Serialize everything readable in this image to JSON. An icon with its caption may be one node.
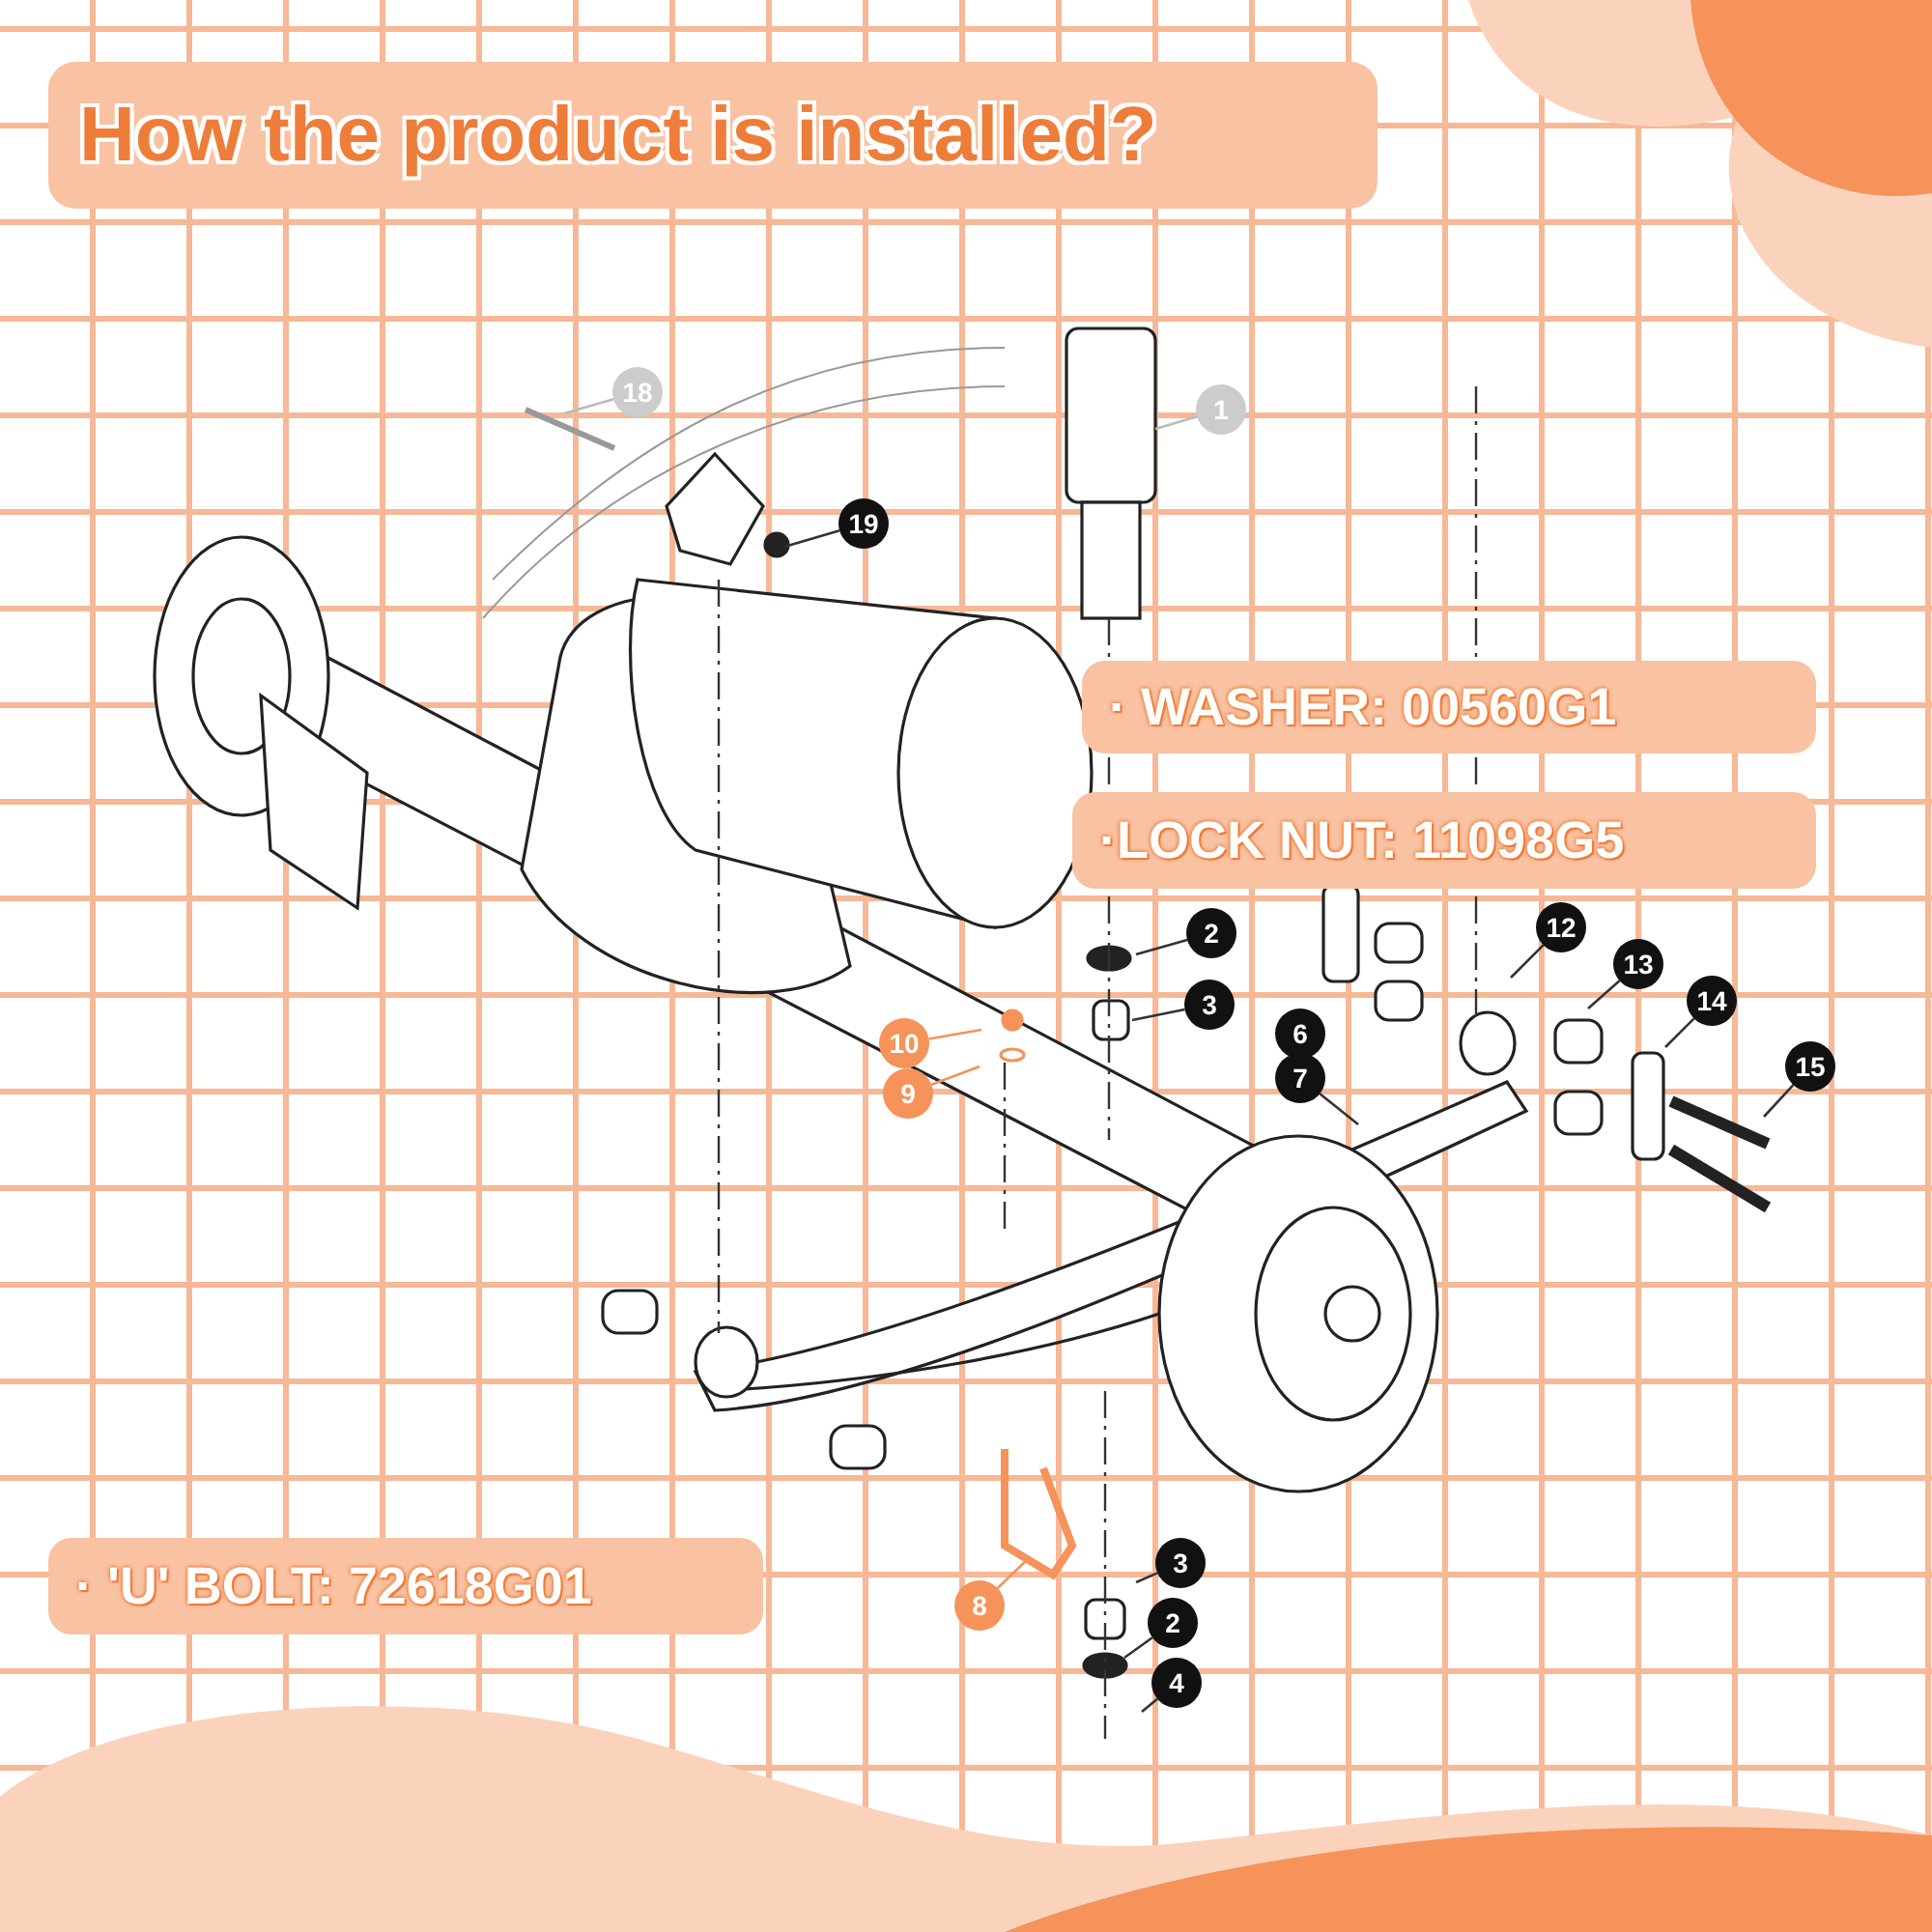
{
  "diagram": {
    "title": "How the product is installed?",
    "nodes": [
      {
        "text": [
          "18"
        ]
      },
      {
        "text": [
          "1"
        ]
      },
      {
        "text": [
          "19"
        ]
      },
      {
        "text": [
          "· WASHER: 00560G1"
        ]
      },
      {
        "text": [
          "·LOCK NUT: 11098G5"
        ]
      },
      {
        "text": [
          "2"
        ]
      },
      {
        "text": [
          "12"
        ]
      },
      {
        "text": [
          "13"
        ]
      },
      {
        "text": [
          "3"
        ]
      },
      {
        "text": [
          "14"
        ]
      },
      {
        "text": [
          "10"
        ]
      },
      {
        "text": [
          "6"
        ]
      },
      {
        "text": [
          "15"
        ]
      },
      {
        "text": [
          "9"
        ]
      },
      {
        "text": [
          "7"
        ]
      },
      {
        "text": [
          "· 'U' BOLT: 72618G01"
        ]
      },
      {
        "text": [
          "8"
        ]
      },
      {
        "text": [
          "3"
        ]
      },
      {
        "text": [
          "2"
        ]
      },
      {
        "text": [
          "4"
        ]
      }
    ],
    "edges": [
      {
        "from": 0,
        "to": null,
        "arrow": "none",
        "color": "#bbbbbb"
      },
      {
        "from": 1,
        "to": null,
        "arrow": "none",
        "color": "#bbbbbb"
      },
      {
        "from": 2,
        "to": null,
        "arrow": "none"
      },
      {
        "from": 5,
        "to": null,
        "arrow": "none"
      },
      {
        "from": 6,
        "to": null,
        "arrow": "none"
      },
      {
        "from": 7,
        "to": null,
        "arrow": "none"
      },
      {
        "from": 8,
        "to": null,
        "arrow": "none"
      },
      {
        "from": 9,
        "to": null,
        "arrow": "none"
      },
      {
        "from": 10,
        "to": null,
        "arrow": "none",
        "color": "#f5935a"
      },
      {
        "from": 12,
        "to": null,
        "arrow": "none"
      },
      {
        "from": 13,
        "to": null,
        "arrow": "none",
        "color": "#f5935a"
      },
      {
        "from": 14,
        "to": null,
        "arrow": "none"
      },
      {
        "from": 16,
        "to": null,
        "arrow": "none",
        "color": "#f5935a"
      },
      {
        "from": 17,
        "to": null,
        "arrow": "none"
      },
      {
        "from": 18,
        "to": null,
        "arrow": "none"
      },
      {
        "from": 19,
        "to": null,
        "arrow": "none"
      }
    ]
  }
}
